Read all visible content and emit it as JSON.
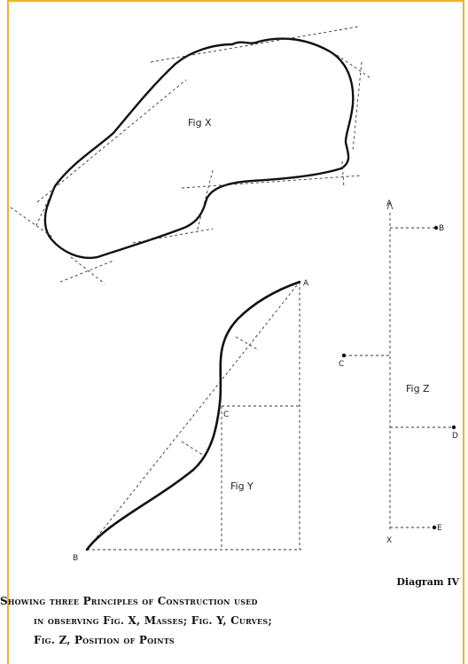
{
  "figures": {
    "fig_x": {
      "label": "Fig X"
    },
    "fig_y": {
      "label": "Fig Y",
      "points": {
        "a": "A",
        "b": "B",
        "c": "C"
      }
    },
    "fig_z": {
      "label": "Fig Z",
      "points": {
        "a": "A",
        "b": "B",
        "c": "C",
        "d": "D",
        "e": "E",
        "x": "X"
      }
    }
  },
  "diagram_label": "Diagram IV",
  "caption": {
    "line1": "Showing three Principles of Construction used",
    "line2": "in observing Fig. X, Masses; Fig. Y, Curves;",
    "line3": "Fig. Z, Position of Points"
  }
}
